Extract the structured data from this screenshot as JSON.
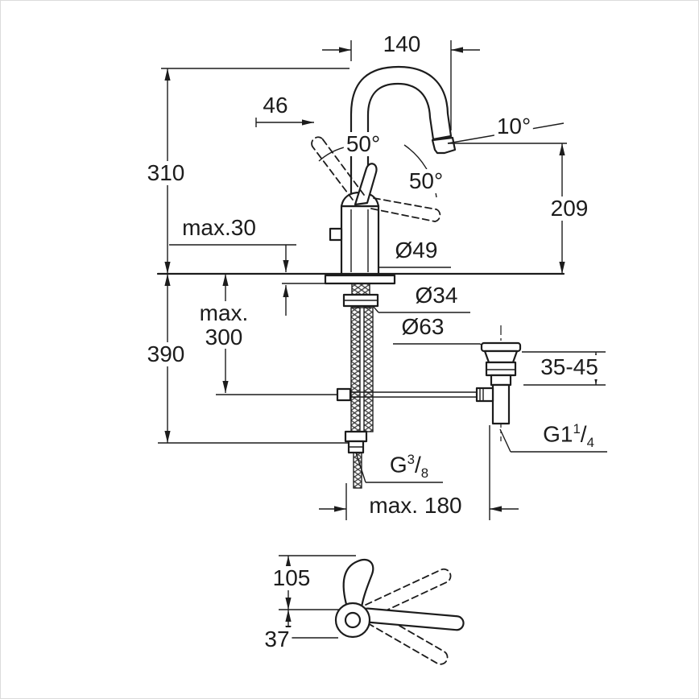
{
  "style": {
    "line_color": "#1c1c1c",
    "background": "#ffffff",
    "border_color": "#dcdcdc"
  },
  "labels": {
    "main_view": {
      "spout_reach": "140",
      "spout_offset": "46",
      "aerator_angle": "10°",
      "lever_swing_upper": "50°",
      "lever_swing_lower": "50°",
      "total_height": "310",
      "outlet_height": "209",
      "deck_thickness": "max.30",
      "base_diameter": "Ø49",
      "shank_diameter": "Ø34",
      "waste_diameter": "Ø63",
      "hose_length_line1": "max.",
      "hose_length_line2": "300",
      "below_deck_depth": "390",
      "waste_height_range": "35-45",
      "waste_thread": {
        "base": "G1",
        "sup": "1",
        "slash": "/",
        "sub": "4"
      },
      "supply_thread": {
        "base": "G",
        "sup": "3",
        "slash": "/",
        "sub": "8"
      },
      "center_distance": "max. 180"
    },
    "side_view": {
      "lever_height": "105",
      "lever_offset": "37"
    }
  }
}
